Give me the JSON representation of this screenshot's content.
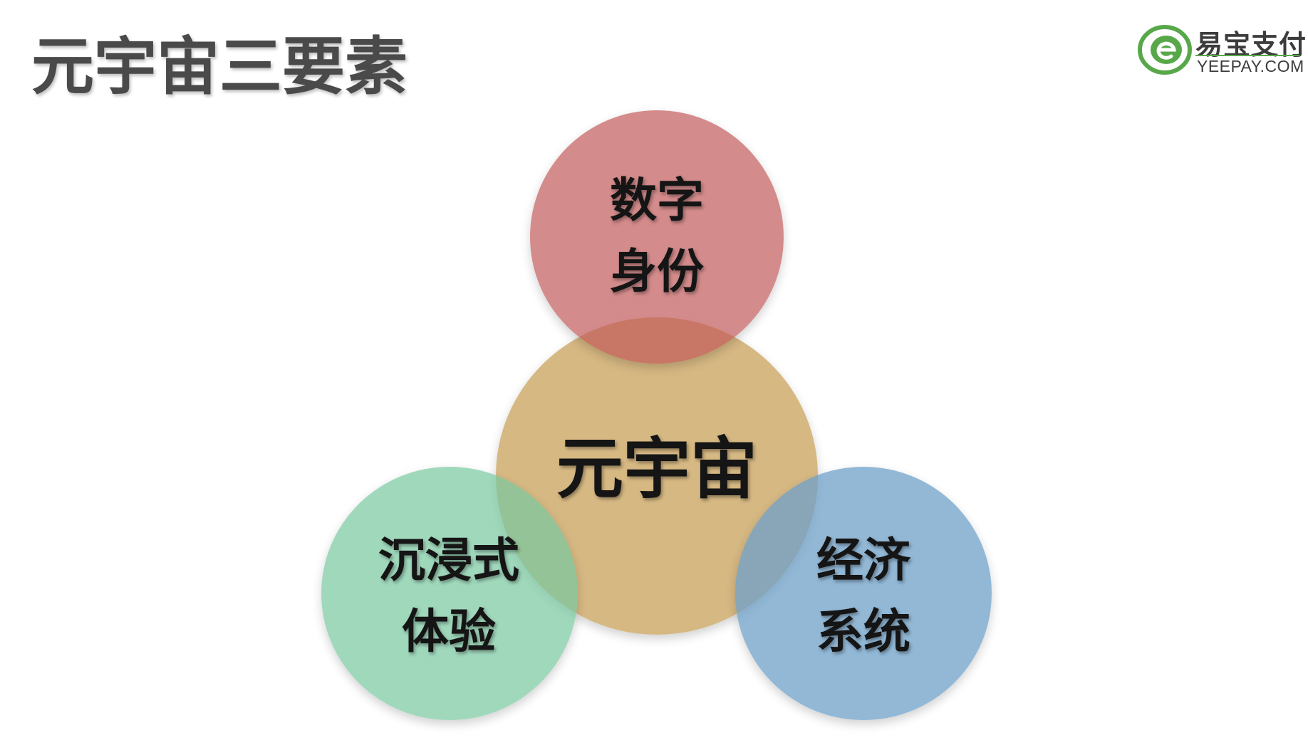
{
  "title": "元宇宙三要素",
  "logo": {
    "name_cn": "易宝支付",
    "name_en": "YEEPAY.COM",
    "brand_color": "#58a84a"
  },
  "diagram": {
    "center": {
      "label": "元宇宙",
      "color": "#d2ba8a"
    },
    "top": {
      "line1": "数字",
      "line2": "身份",
      "color": "#d58d8b"
    },
    "left": {
      "line1": "沉浸式",
      "line2": "体验",
      "color": "#a0d8c0"
    },
    "right": {
      "line1": "经济",
      "line2": "系统",
      "color": "#96bcd6"
    }
  }
}
